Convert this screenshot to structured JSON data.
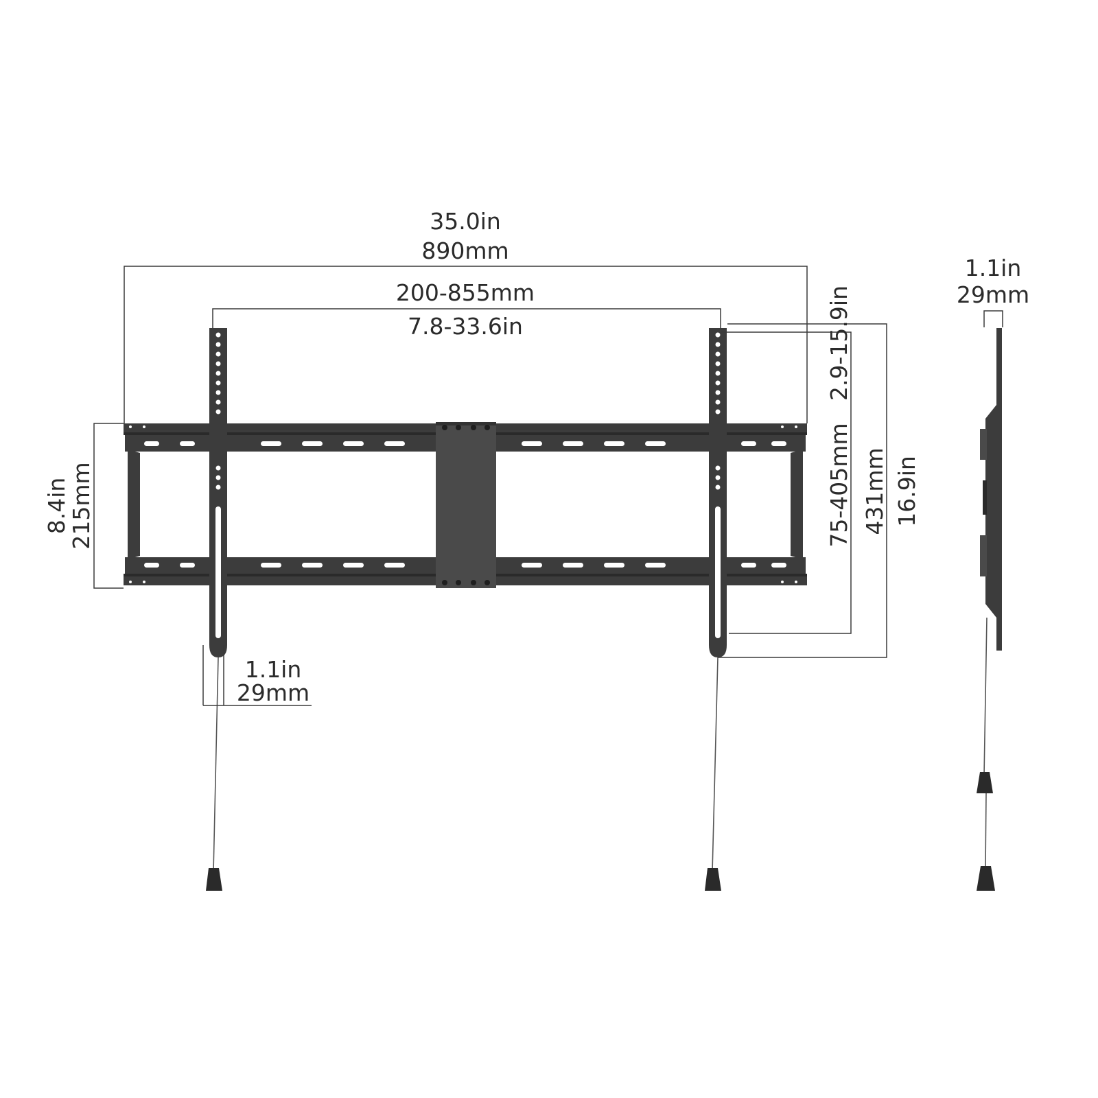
{
  "dimensions": {
    "overall_width_in": "35.0in",
    "overall_width_mm": "890mm",
    "arm_spacing_mm": "200-855mm",
    "arm_spacing_in": "7.8-33.6in",
    "frame_height_in": "8.4in",
    "frame_height_mm": "215mm",
    "vesa_vertical_mm": "75-405mm",
    "vesa_vertical_in": "2.9-15.9in",
    "arm_height_mm": "431mm",
    "arm_height_in": "16.9in",
    "arm_width_in": "1.1in",
    "arm_width_mm": "29mm",
    "profile_depth_in": "1.1in",
    "profile_depth_mm": "29mm"
  },
  "colors": {
    "metal": "#3c3c3c",
    "dimension_line": "#3a3a3a",
    "text": "#2b2b2b"
  }
}
